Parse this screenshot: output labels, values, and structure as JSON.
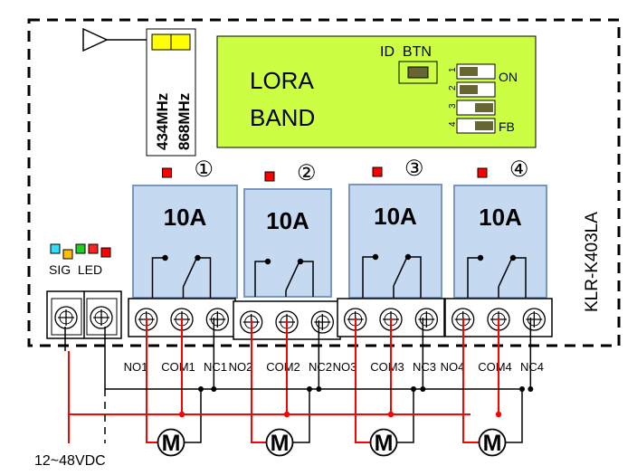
{
  "freq_labels": [
    "434MHz",
    "868MHz"
  ],
  "lora": {
    "line1": "LORA",
    "line2": "BAND"
  },
  "id_btn_label": "ID  BTN",
  "dip": {
    "numbers": [
      "1",
      "2",
      "3",
      "4"
    ],
    "on_label": "ON",
    "fb_label": "FB"
  },
  "model": "KLR-K403LA",
  "sig_led_label": "SIG  LED",
  "relays": [
    {
      "number": "①",
      "rating": "10A",
      "terminals": [
        "NO1",
        "COM1",
        "NC1"
      ]
    },
    {
      "number": "②",
      "rating": "10A",
      "terminals": [
        "NO2",
        "COM2",
        "NC2"
      ]
    },
    {
      "number": "③",
      "rating": "10A",
      "terminals": [
        "NO3",
        "COM3",
        "NC3"
      ]
    },
    {
      "number": "④",
      "rating": "10A",
      "terminals": [
        "NO4",
        "COM4",
        "NC4"
      ]
    }
  ],
  "motor_label": "M",
  "power_label": "12~48VDC",
  "colors": {
    "board_fill": "#ccff44",
    "relay_fill": "#c5d9f1",
    "relay_stroke": "#7a96c2",
    "indicator_red": "#ff0000",
    "wire_red": "#ff0000",
    "wire_black": "#000000",
    "freq_yellow": "#ffff00",
    "dip_dark": "#666633",
    "led_colors": [
      "#33ddff",
      "#ffbb00",
      "#22cc22",
      "#ff2222",
      "#ff0000"
    ]
  }
}
